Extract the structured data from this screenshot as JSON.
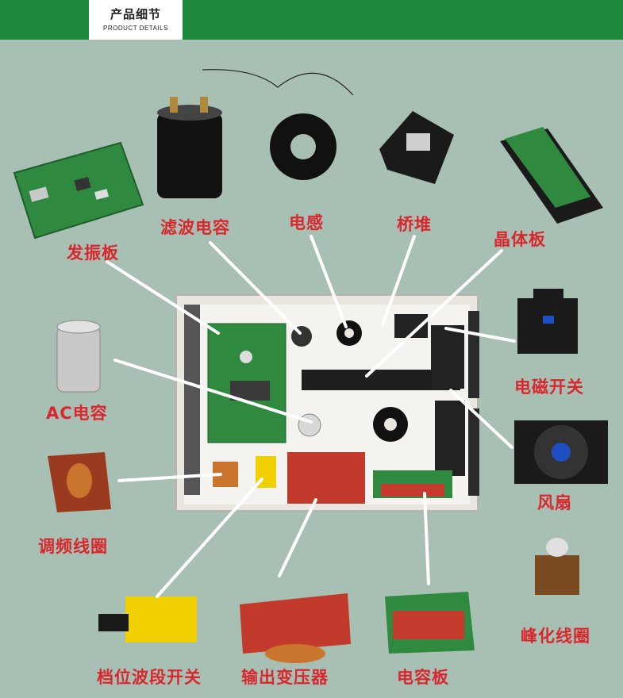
{
  "header": {
    "title_cn": "产品细节",
    "title_en": "PRODUCT DETAILS"
  },
  "labels": {
    "oscillator_board": "发振板",
    "filter_capacitor": "滤波电容",
    "inductor": "电感",
    "bridge_rectifier": "桥堆",
    "transistor_board": "晶体板",
    "ac_capacitor": "AC电容",
    "contactor": "电磁开关",
    "fan": "风扇",
    "tuning_coil": "调频线圈",
    "peak_coil": "峰化线圈",
    "band_switch": "档位波段开关",
    "output_transformer": "输出变压器",
    "capacitor_board": "电容板"
  },
  "colors": {
    "header_green": "#1e8a3c",
    "background": "#a8bfb3",
    "label_red": "#d9272e"
  }
}
